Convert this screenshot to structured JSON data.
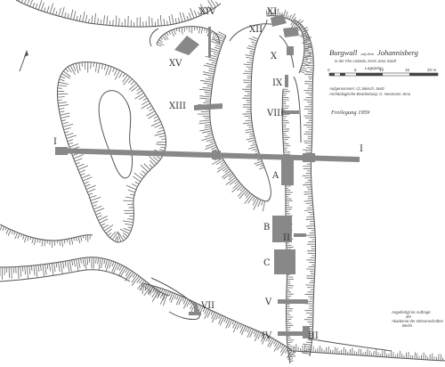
{
  "title": {
    "line1_big": "Burgwall",
    "line1_small": "auf dem",
    "line1_name": "Johannisberg",
    "line2": "in der Flur Lobeda, Kreis Jena Stadt",
    "legend_word": "Lageplan"
  },
  "scale": {
    "ticks": [
      "0",
      "5",
      "10",
      "15",
      "20 m"
    ]
  },
  "credits": {
    "line1": "Aufgenommen: Cl.Jokisch, Seitz",
    "line2": "Archäologische Bearbeitung: G. Neumann Jena"
  },
  "freilegung": "Freilegung 1959",
  "stamp": {
    "line1": "Angefertigt im Auftrage",
    "line2": "der",
    "line3": "Akademie der Wissenschaften",
    "line4": "Berlin"
  },
  "trench_labels": {
    "I_left": "I",
    "I_right": "I",
    "II": "II",
    "III": "III",
    "IV": "IV",
    "V": "V",
    "VII": "VII",
    "VIII": "VIII",
    "IX": "IX",
    "X": "X",
    "XI": "XI",
    "XII": "XII",
    "XIII": "XIII",
    "XIV": "XIV",
    "XV": "XV",
    "A": "A",
    "B": "B",
    "C": "C"
  },
  "icons": {
    "north_arrow": "north-arrow-icon"
  }
}
